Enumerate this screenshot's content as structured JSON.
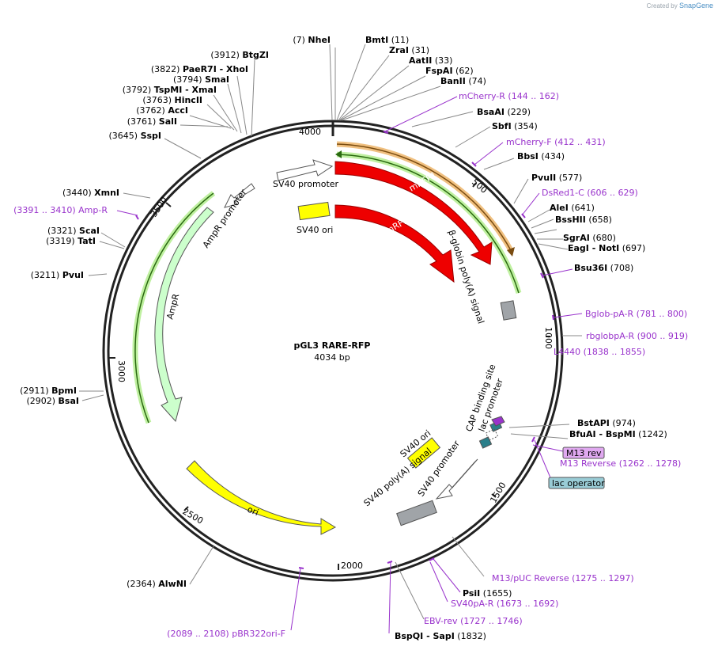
{
  "watermark": {
    "prefix": "Created by",
    "brand": "SnapGene"
  },
  "plasmid": {
    "name": "pGL3 RARE-RFP",
    "size_label": "4034 bp",
    "length": 4034
  },
  "ruler_ticks": [
    "500",
    "1000",
    "1500",
    "2000",
    "2500",
    "3000",
    "3500",
    "4000"
  ],
  "colors": {
    "mrfp": "#ee0000",
    "ori": "#ffff00",
    "ampr": "#ccffcc",
    "primer": "#9933cc",
    "polyA": "#a0a4a8",
    "m13_feature": "#e0a8f0",
    "lac_feature": "#99ccd6",
    "cap": "#9933cc",
    "lac_promoter": "#2a7f8a"
  },
  "features": {
    "sv40_promoter_top": "SV40 promoter",
    "sv40_ori_top": "SV40 ori",
    "mrfp1_a": "mRFP1",
    "mrfp1_b": "mRFP1",
    "beta_globin": "β-globin poly(A) signal",
    "ampr_promoter": "AmpR promoter",
    "ampr": "AmpR",
    "ori": "ori",
    "sv40_ori_bottom": "SV40 ori",
    "sv40_polya": "SV40 poly(A) signal",
    "sv40_promoter_bottom": "SV40 promoter",
    "cap_site": "CAP binding site",
    "lac_promoter": "lac promoter"
  },
  "sites_right": [
    {
      "name": "BmtI",
      "pos": "(11)"
    },
    {
      "name": "ZraI",
      "pos": "(31)"
    },
    {
      "name": "AatII",
      "pos": "(33)"
    },
    {
      "name": "FspAI",
      "pos": "(62)"
    },
    {
      "name": "BanII",
      "pos": "(74)"
    },
    {
      "name": "mCherry-R",
      "pos": "(144 .. 162)",
      "primer": true
    },
    {
      "name": "BsaAI",
      "pos": "(229)"
    },
    {
      "name": "SbfI",
      "pos": "(354)"
    },
    {
      "name": "mCherry-F",
      "pos": "(412 .. 431)",
      "primer": true
    },
    {
      "name": "BbsI",
      "pos": "(434)"
    },
    {
      "name": "PvuII",
      "pos": "(577)"
    },
    {
      "name": "DsRed1-C",
      "pos": "(606 .. 629)",
      "primer": true
    },
    {
      "name": "AleI",
      "pos": "(641)"
    },
    {
      "name": "BssHII",
      "pos": "(658)"
    },
    {
      "name": "SgrAI",
      "pos": "(680)"
    },
    {
      "name": "EagI",
      "name2": "NotI",
      "pos": "(697)"
    },
    {
      "name": "Bsu36I",
      "pos": "(708)"
    },
    {
      "name": "Bglob-pA-R",
      "pos": "(781 .. 800)",
      "primer": true
    },
    {
      "name": "rbglobpA-R",
      "pos": "(900 .. 919)",
      "primer": true
    },
    {
      "name": "BstAPI",
      "pos": "(974)"
    },
    {
      "name": "BfuAI",
      "name2": "BspMI",
      "pos": "(1242)"
    },
    {
      "name": "M13 rev",
      "boxed": "m13"
    },
    {
      "name": "M13 Reverse",
      "pos": "(1262 .. 1278)",
      "primer": true
    },
    {
      "name": "lac operator",
      "boxed": "lac"
    },
    {
      "name": "M13/pUC Reverse",
      "pos": "(1275 .. 1297)",
      "primer": true
    },
    {
      "name": "PsiI",
      "pos": "(1655)"
    },
    {
      "name": "SV40pA-R",
      "pos": "(1673 .. 1692)",
      "primer": true
    },
    {
      "name": "EBV-rev",
      "pos": "(1727 .. 1746)",
      "primer": true
    },
    {
      "name": "BspQI",
      "name2": "SapI",
      "pos": "(1832)"
    },
    {
      "name": "L4440",
      "pos": "(1838 .. 1855)",
      "primer": true
    }
  ],
  "sites_left": [
    {
      "name": "NheI",
      "pos": "(7)"
    },
    {
      "name": "BtgZI",
      "pos": "(3912)"
    },
    {
      "name": "PaeR7I",
      "name2": "XhoI",
      "pos": "(3822)"
    },
    {
      "name": "SmaI",
      "pos": "(3794)"
    },
    {
      "name": "TspMI",
      "name2": "XmaI",
      "pos": "(3792)"
    },
    {
      "name": "HincII",
      "pos": "(3763)"
    },
    {
      "name": "AccI",
      "pos": "(3762)"
    },
    {
      "name": "SalI",
      "pos": "(3761)"
    },
    {
      "name": "SspI",
      "pos": "(3645)"
    },
    {
      "name": "XmnI",
      "pos": "(3440)"
    },
    {
      "name": "Amp-R",
      "pos": "(3391 .. 3410)",
      "primer": true
    },
    {
      "name": "ScaI",
      "pos": "(3321)"
    },
    {
      "name": "TatI",
      "pos": "(3319)"
    },
    {
      "name": "PvuI",
      "pos": "(3211)"
    },
    {
      "name": "BpmI",
      "pos": "(2911)"
    },
    {
      "name": "BsaI",
      "pos": "(2902)"
    },
    {
      "name": "AlwNI",
      "pos": "(2364)"
    },
    {
      "name": "pBR322ori-F",
      "pos": "(2089 .. 2108)",
      "primer": true
    }
  ]
}
